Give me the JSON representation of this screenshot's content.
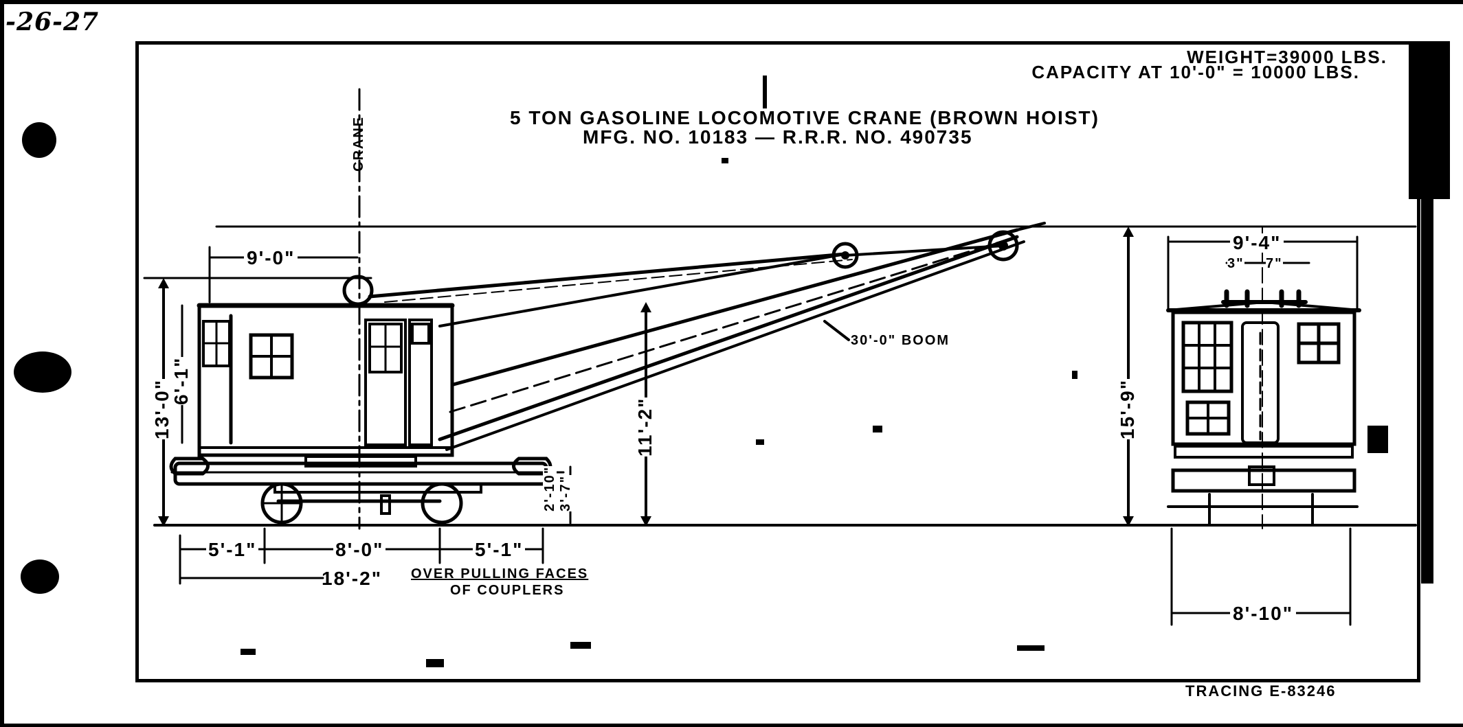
{
  "document": {
    "type": "engineering diagram sheet",
    "handwritten_note": "-26-27",
    "specs": {
      "weight": "WEIGHT=39000 LBS.",
      "capacity": "CAPACITY AT 10'-0\" = 10000 LBS."
    },
    "title": "5 TON GASOLINE LOCOMOTIVE CRANE (BROWN HOIST)",
    "mfg_line": "MFG. NO. 10183 — R.R.R. NO. 490735",
    "tracing": "TRACING E-83246",
    "colors": {
      "ink": "#000000",
      "paper": "#ffffff"
    }
  },
  "side_view": {
    "centerline_label": "CRANE",
    "boom_label": "30'-0\" BOOM",
    "dimensions": {
      "boom_pivot_to_rear": "9'-0\"",
      "overall_height": "13'-0\"",
      "cab_height": "6'-1\"",
      "boom_foot_height": "11'-2\"",
      "rear_overhang": "5'-1\"",
      "wheel_base": "8'-0\"",
      "front_overhang": "5'-1\"",
      "coupler_height": "2'-10\"",
      "rail_height": "3'-7\"",
      "overall_length": "18'-2\"",
      "overall_length_note_1": "OVER PULLING FACES",
      "overall_length_note_2": "OF COUPLERS"
    }
  },
  "end_view": {
    "dimensions": {
      "cab_width": "9'-4\"",
      "roof_offset_left": "3\"",
      "roof_offset_right": "7\"",
      "overall_height": "15'-9\"",
      "base_width": "8'-10\""
    }
  }
}
